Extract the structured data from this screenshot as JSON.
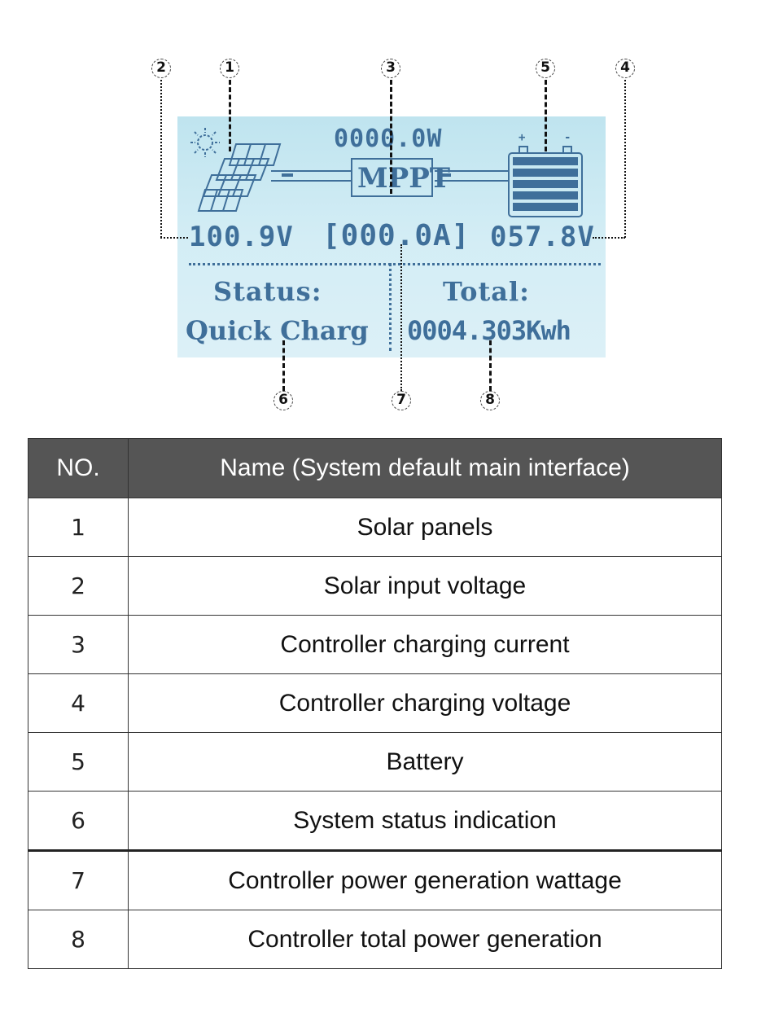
{
  "lcd": {
    "power": "0000.0W",
    "mppt_label": "MPPT",
    "solar_voltage": "100.9V",
    "charging_current": "[000.0A]",
    "battery_voltage": "057.8V",
    "status_label": "Status:",
    "status_value": "Quick Charg",
    "total_label": "Total:",
    "total_value": "0004.303Kwh",
    "battery_plus": "+",
    "battery_minus": "-"
  },
  "callouts": [
    "1",
    "2",
    "3",
    "4",
    "5",
    "6",
    "7",
    "8"
  ],
  "colors": {
    "lcd_background": "#cfeaf3",
    "lcd_text": "#3f6f9a",
    "table_header_bg": "#555555",
    "table_header_text": "#ffffff"
  },
  "table": {
    "headers": [
      "NO.",
      "Name  (System default main interface)"
    ],
    "rows": [
      {
        "no": "1",
        "name": "Solar panels"
      },
      {
        "no": "2",
        "name": "Solar input voltage"
      },
      {
        "no": "3",
        "name": "Controller charging current"
      },
      {
        "no": "4",
        "name": "Controller charging voltage"
      },
      {
        "no": "5",
        "name": "Battery"
      },
      {
        "no": "6",
        "name": "System status indication"
      },
      {
        "no": "7",
        "name": "Controller power generation wattage"
      },
      {
        "no": "8",
        "name": "Controller total power generation"
      }
    ]
  }
}
